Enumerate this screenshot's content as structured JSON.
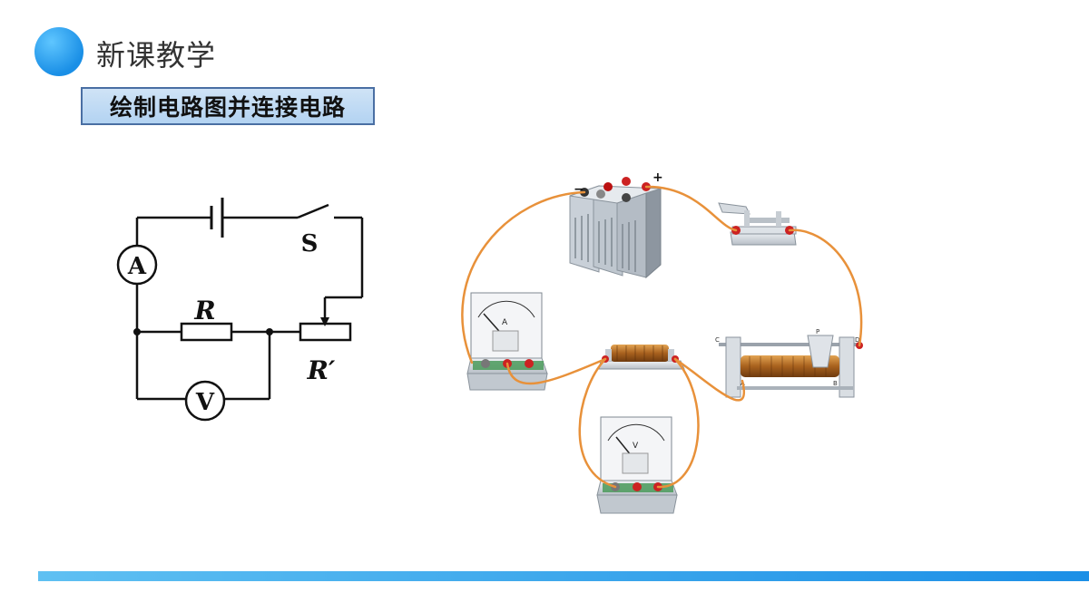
{
  "header": {
    "title": "新课教学",
    "accent_color": "#1a8fe6"
  },
  "subtitle": {
    "text": "绘制电路图并连接电路"
  },
  "schematic": {
    "ammeter": "A",
    "voltmeter": "V",
    "switch": "S",
    "resistor": "R",
    "rheostat": "R′"
  },
  "apparatus": {
    "battery_minus": "−",
    "battery_plus": "+",
    "ammeter_letter": "A",
    "voltmeter_letter": "V",
    "rheostat_letters": [
      "C",
      "P",
      "D",
      "A",
      "B"
    ]
  }
}
